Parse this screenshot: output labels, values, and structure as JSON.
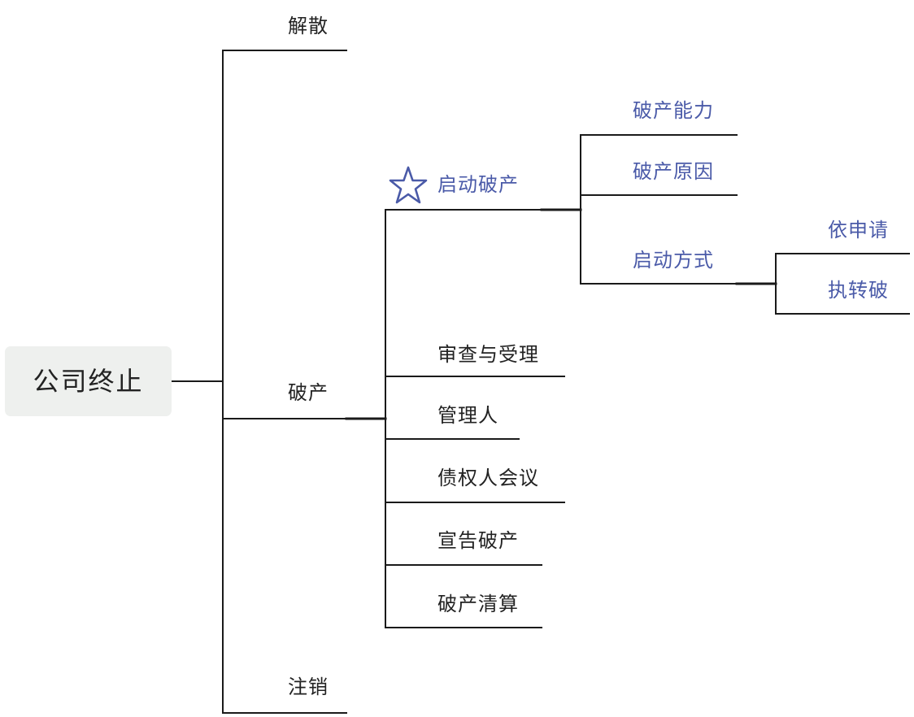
{
  "colors": {
    "line": "#1a1a1a",
    "text_dark": "#222222",
    "text_blue": "#4a5aa8",
    "star_stroke": "#4a5aa8",
    "root_bg": "#eef0ee"
  },
  "mindmap": {
    "root": {
      "label": "公司终止"
    },
    "branches": {
      "dissolution": {
        "label": "解散"
      },
      "bankruptcy": {
        "label": "破产",
        "children": {
          "start": {
            "label": "启动破产",
            "marker_icon": "star-icon",
            "children": {
              "capacity": {
                "label": "破产能力"
              },
              "cause": {
                "label": "破产原因"
              },
              "method": {
                "label": "启动方式",
                "children": {
                  "application": {
                    "label": "依申请"
                  },
                  "conversion": {
                    "label": "执转破"
                  }
                }
              }
            }
          },
          "review": {
            "label": "审查与受理"
          },
          "administrator": {
            "label": "管理人"
          },
          "creditors_meeting": {
            "label": "债权人会议"
          },
          "declaration": {
            "label": "宣告破产"
          },
          "liquidation": {
            "label": "破产清算"
          }
        }
      },
      "deregistration": {
        "label": "注销"
      }
    }
  }
}
